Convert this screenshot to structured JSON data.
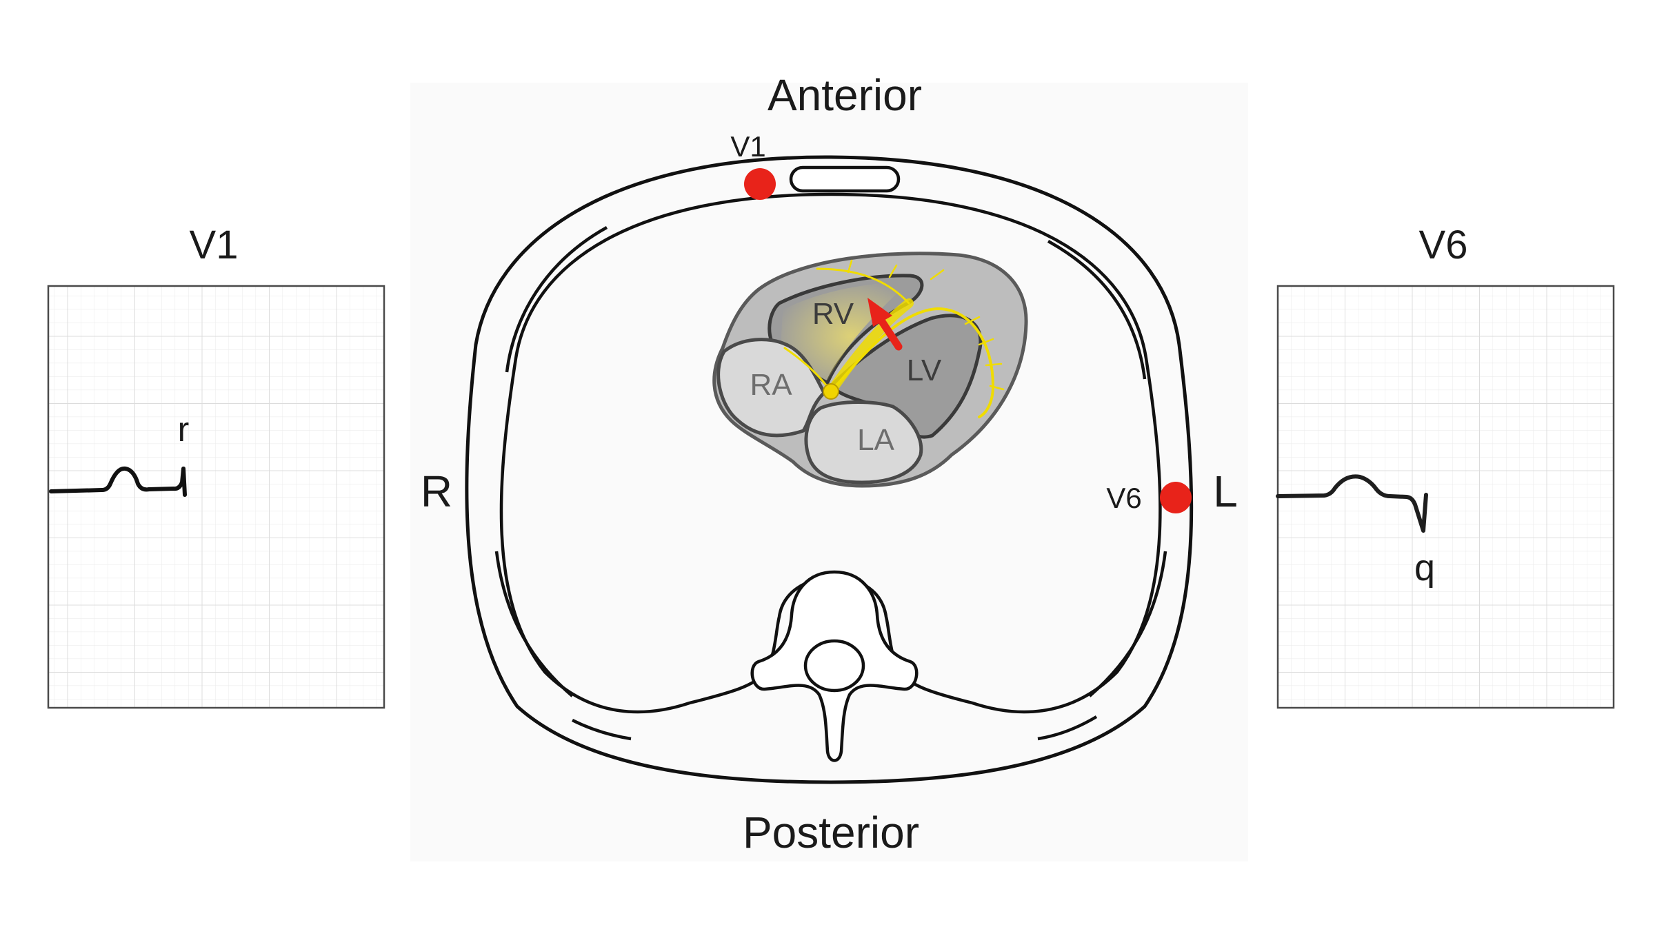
{
  "labels": {
    "anterior": "Anterior",
    "posterior": "Posterior",
    "right": "R",
    "left": "L"
  },
  "electrodes": {
    "v1": "V1",
    "v6": "V6"
  },
  "chambers": {
    "rv": "RV",
    "lv": "LV",
    "ra": "RA",
    "la": "LA"
  },
  "ecg": {
    "v1": {
      "title": "V1",
      "wave_label": "r"
    },
    "v6": {
      "title": "V6",
      "wave_label": "q"
    }
  },
  "colors": {
    "electrode": "#e8231a",
    "arrow": "#e8231a",
    "conduction": "#f0dc00",
    "heart_fill": "#bdbdbd",
    "chamber_dark": "#9c9c9c",
    "chamber_light": "#d9d9d9",
    "grid": "#e3e3e3",
    "outline": "#111111"
  }
}
